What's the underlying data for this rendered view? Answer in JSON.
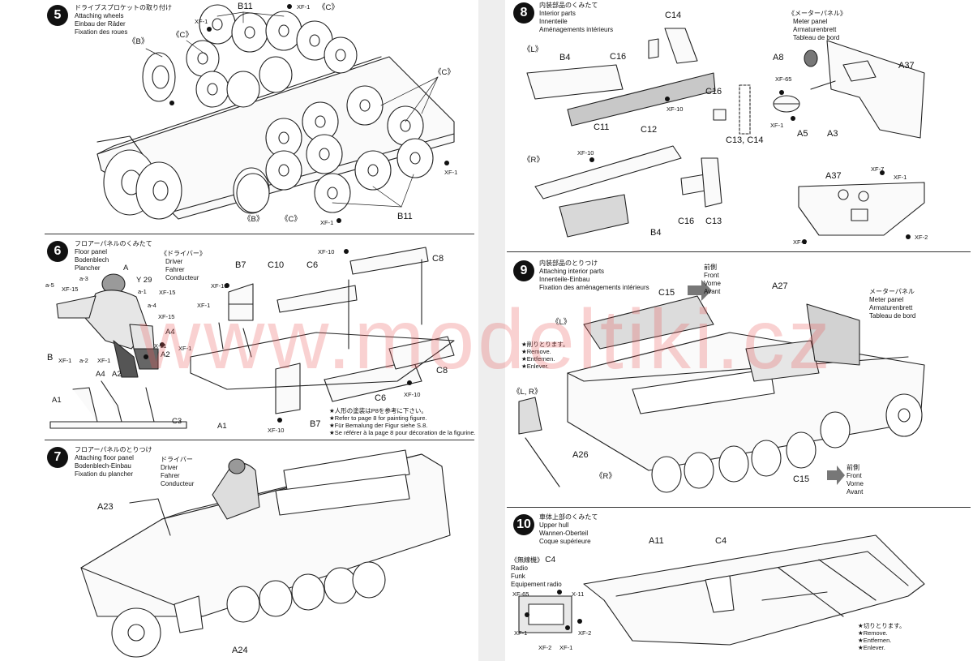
{
  "colors": {
    "line": "#222222",
    "paint_dot": "#111111",
    "watermark": "#e85a5a",
    "gutter": "#eeeeee"
  },
  "watermark": "www.modeltiki.cz",
  "steps": {
    "s5": {
      "num": "5",
      "jp": "ドライブスプロケットの取り付け",
      "en": "Attaching wheels",
      "de": "Einbau der Räder",
      "fr": "Fixation des roues",
      "labels": {
        "b11_top": "B11",
        "xf1_top": "XF-1",
        "c_top": "《C》",
        "c_left": "《C》",
        "xf1_left": "XF-1",
        "b_top": "《B》",
        "c_right": "《C》",
        "xf1_right": "XF-1",
        "b_bot": "《B》",
        "c_bot": "《C》",
        "xf1_bot": "XF-1",
        "b11_bot": "B11"
      }
    },
    "s6": {
      "num": "6",
      "jp": "フロアーパネルのくみたて",
      "en": "Floor panel",
      "de": "Bodenblech",
      "fr": "Plancher",
      "driver_jp": "《ドライバー》",
      "driver_en": "Driver",
      "driver_de": "Fahrer",
      "driver_fr": "Conducteur",
      "labels": {
        "A": "A",
        "y29": "Y 29",
        "a3": "a-3",
        "a5": "a-5",
        "xf15a": "XF-15",
        "a1": "a-1",
        "xf15b": "XF-15",
        "a4": "a-4",
        "xf15c": "XF-15",
        "x11": "X-11",
        "B": "B",
        "xf1a": "XF-1",
        "a2": "a-2",
        "xf1b": "XF-1",
        "b7_top": "B7",
        "c10": "C10",
        "c6_top": "C6",
        "xf10_top": "XF-10",
        "c8_top": "C8",
        "xf10_mid": "XF-10",
        "xf1_mid": "XF-1",
        "a4r": "A4",
        "a2r": "A2",
        "xf1_c": "XF-1",
        "a4_bot": "A4",
        "a2_bot": "A2",
        "a1_bot": "A1",
        "c3": "C3",
        "a1_r": "A1",
        "xf10_b": "XF-10",
        "b7_bot": "B7",
        "c6_bot": "C6",
        "xf10_c": "XF-10",
        "c8_bot": "C8"
      },
      "note": {
        "jp": "★人形の塗装はP8を参考に下さい。",
        "en": "★Refer to page 8 for painting figure.",
        "de": "★Für Bemalung der Figur siehe S.8.",
        "fr": "★Se référer à la page 8 pour décoration de la figurine."
      }
    },
    "s7": {
      "num": "7",
      "jp": "フロアーパネルのとりつけ",
      "en": "Attaching floor panel",
      "de": "Bodenblech-Einbau",
      "fr": "Fixation du plancher",
      "driver_jp": "ドライバー",
      "driver_en": "Driver",
      "driver_de": "Fahrer",
      "driver_fr": "Conducteur",
      "labels": {
        "a23": "A23",
        "a24": "A24"
      }
    },
    "s8": {
      "num": "8",
      "jp": "内装部品のくみたて",
      "en": "Interior parts",
      "de": "Innenteile",
      "fr": "Aménagements intérieurs",
      "meter_jp": "《メーターパネル》",
      "meter_en": "Meter panel",
      "meter_de": "Armaturenbrett",
      "meter_fr": "Tableau de bord",
      "labels": {
        "L": "《L》",
        "b4_top": "B4",
        "c14_top": "C14",
        "c16_top": "C16",
        "xf10_a": "XF-10",
        "c11": "C11",
        "c16_mid": "C16",
        "c13c14": "C13, C14",
        "a8": "A8",
        "xf65": "XF-65",
        "a37_top": "A37",
        "xf1_a": "XF-1",
        "a5": "A5",
        "a3": "A3",
        "R": "《R》",
        "xf10_b": "XF-10",
        "c12": "C12",
        "b4_bot": "B4",
        "c16_bot": "C16",
        "c13": "C13",
        "a37_bot": "A37",
        "xf7": "XF-7",
        "xf1_b": "XF-1",
        "xf1_c": "XF-1",
        "xf2": "XF-2"
      }
    },
    "s9": {
      "num": "9",
      "jp": "内装部品のとりつけ",
      "en": "Attaching interior parts",
      "de": "Innenteile-Einbau",
      "fr": "Fixation des aménagements intérieurs",
      "front_jp": "前側",
      "front_en": "Front",
      "front_de": "Vorne",
      "front_fr": "Avant",
      "meter_jp": "メーターパネル",
      "meter_en": "Meter panel",
      "meter_de": "Armaturenbrett",
      "meter_fr": "Tableau de bord",
      "remove": {
        "jp": "★削りとります。",
        "en": "★Remove.",
        "de": "★Entfernen.",
        "fr": "★Enlever."
      },
      "labels": {
        "L": "《L》",
        "c15_top": "C15",
        "a27": "A27",
        "LR": "《L, R》",
        "a26": "A26",
        "R": "《R》",
        "c15_bot": "C15"
      },
      "front_bot_jp": "前側",
      "front_bot_en": "Front",
      "front_bot_de": "Vorne",
      "front_bot_fr": "Avant"
    },
    "s10": {
      "num": "10",
      "jp": "車体上部のくみたて",
      "en": "Upper hull",
      "de": "Wannen-Oberteil",
      "fr": "Coque supérieure",
      "radio_jp": "《無線機》",
      "radio_part": "C4",
      "radio_en": "Radio",
      "radio_de": "Funk",
      "radio_fr": "Equipement radio",
      "remove": {
        "jp": "★切りとります。",
        "en": "★Remove.",
        "de": "★Entfernen.",
        "fr": "★Enlever."
      },
      "labels": {
        "a11": "A11",
        "c4": "C4",
        "xf65": "XF-65",
        "x11": "X-11",
        "xf1_a": "XF-1",
        "xf2_a": "XF-2",
        "xf2_b": "XF-2",
        "xf1_b": "XF-1"
      }
    }
  }
}
